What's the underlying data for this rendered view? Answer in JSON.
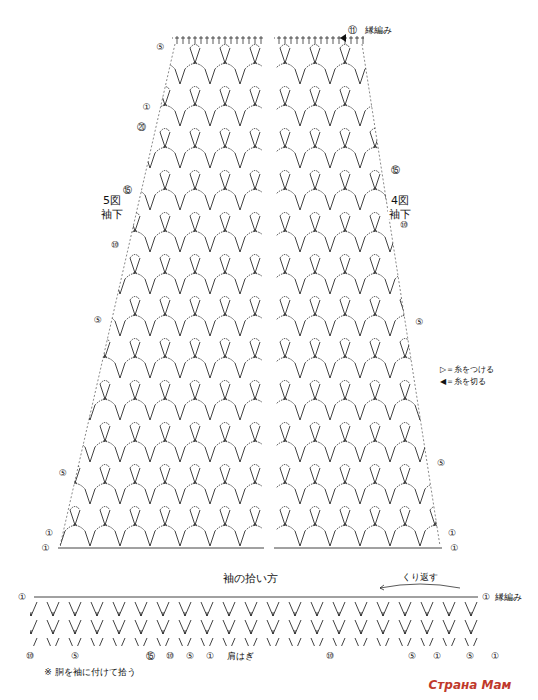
{
  "diagram": {
    "labels": [
      "⑪",
      "縁編み",
      "⑤",
      "①",
      "⑳",
      "⑮",
      "⑩",
      "⑤",
      "⑤",
      "①",
      "①",
      "⑮",
      "⑩",
      "⑤",
      "⑤",
      "①",
      "①",
      "5図",
      "袖下",
      "4図",
      "袖下",
      "袖の拾い方",
      "くり返す",
      "①",
      "①",
      "縁編み",
      "⑩",
      "⑤",
      "⑮",
      "⑩",
      "⑤",
      "①",
      "肩はぎ",
      "⑩",
      "⑤",
      "①",
      "⑤",
      "①",
      "※ 胴を袖に付けて拾う",
      "Страна Мам"
    ],
    "legend": [
      {
        "text": "▷＝糸をつける"
      },
      {
        "text": "◀＝糸を切る"
      }
    ]
  }
}
